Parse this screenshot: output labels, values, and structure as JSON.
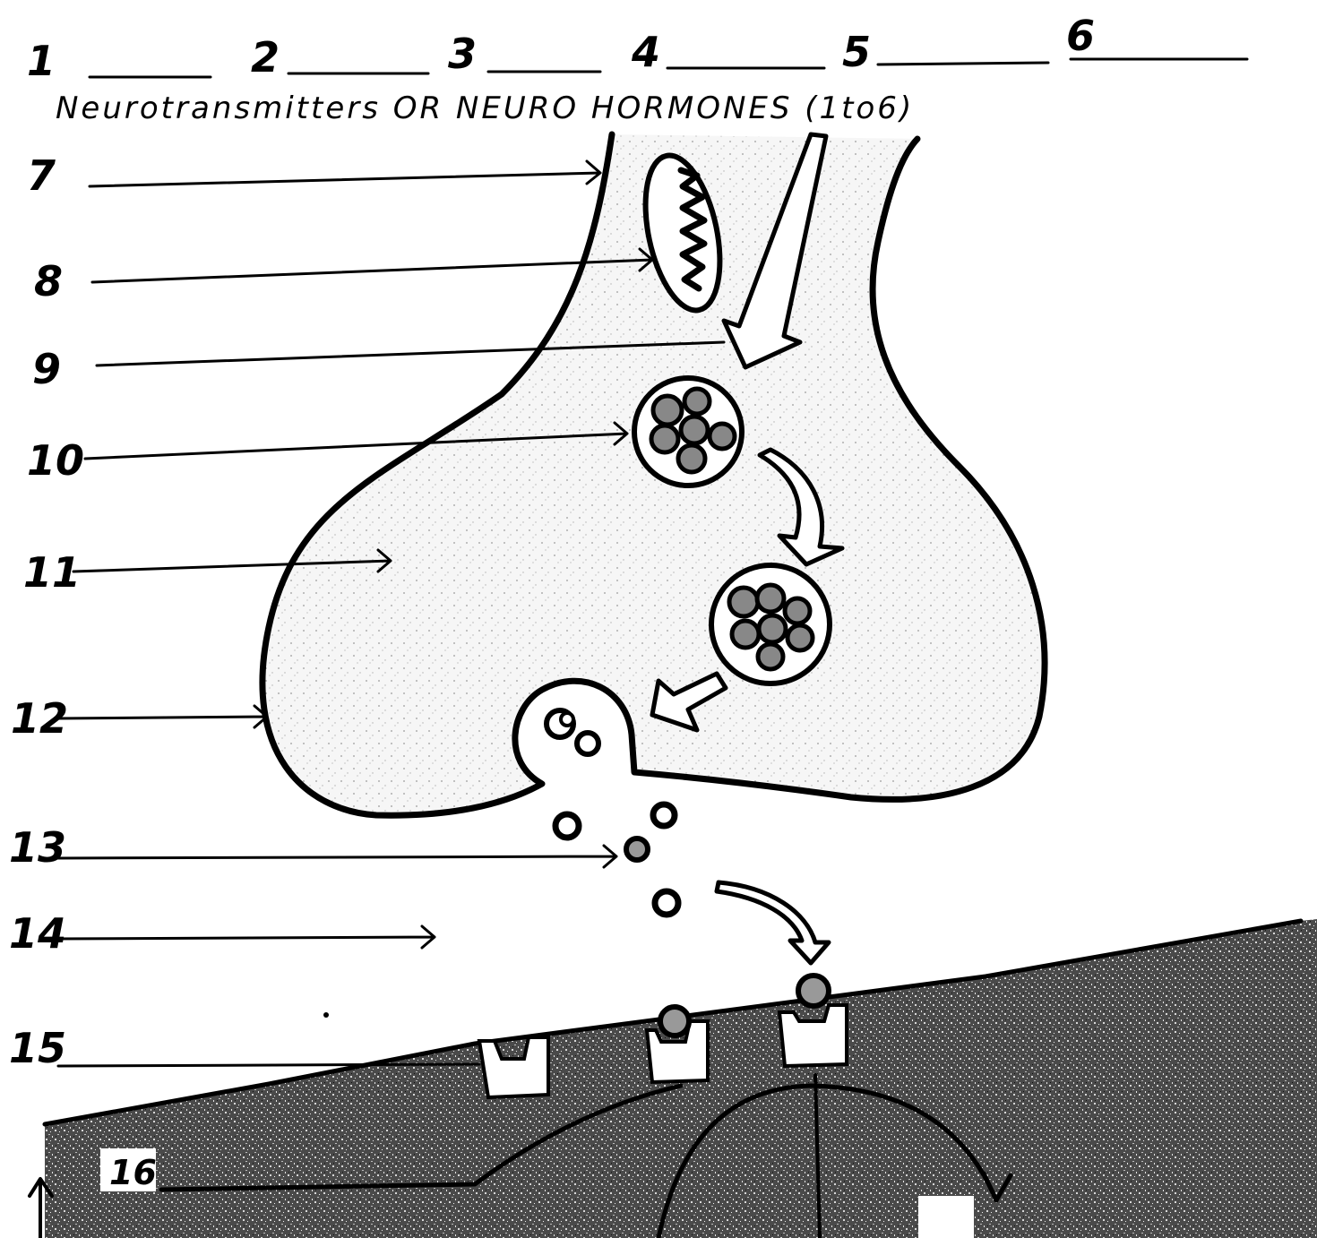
{
  "blanks": [
    {
      "number": "1"
    },
    {
      "number": "2"
    },
    {
      "number": "3"
    },
    {
      "number": "4"
    },
    {
      "number": "5"
    },
    {
      "number": "6"
    }
  ],
  "caption": "Neurotransmitters OR NEURO HORMONES (1to6)",
  "labels": [
    {
      "number": "7"
    },
    {
      "number": "8"
    },
    {
      "number": "9"
    },
    {
      "number": "10"
    },
    {
      "number": "11"
    },
    {
      "number": "12"
    },
    {
      "number": "13"
    },
    {
      "number": "14"
    },
    {
      "number": "15"
    },
    {
      "number": "16"
    }
  ]
}
